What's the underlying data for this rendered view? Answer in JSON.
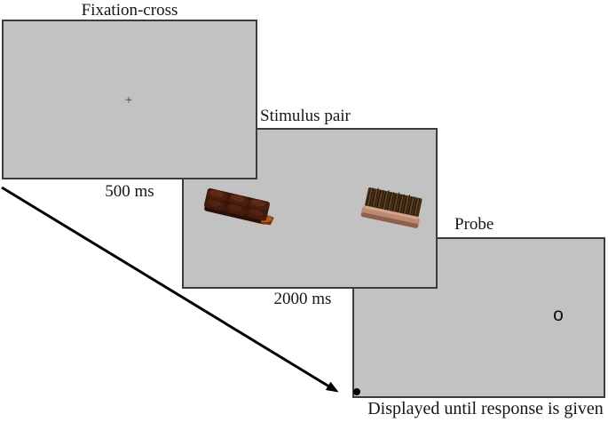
{
  "figure": {
    "type": "dot-probe task trial sequence",
    "colors": {
      "background": "#ffffff",
      "screen_fill": "#c2c2c2",
      "screen_border": "#3c3c3c",
      "text": "#161616",
      "arrow": "#000000",
      "chocolate_dark": "#38150a",
      "chocolate_chunk": "#4a1d0e",
      "chocolate_caramel": "#b35a1a",
      "brush_wood": "#bb8a74",
      "brush_bristles": "#45301a"
    }
  },
  "screens": [
    {
      "name": "fixation",
      "label": "Fixation-cross",
      "duration": "500 ms",
      "content_symbol": "+"
    },
    {
      "name": "stimulus-pair",
      "label": "Stimulus pair",
      "duration": "2000 ms",
      "stimuli": [
        {
          "name": "chocolate-bar-image",
          "side": "left"
        },
        {
          "name": "shoe-brush-image",
          "side": "right"
        }
      ]
    },
    {
      "name": "probe",
      "label": "Probe",
      "duration": "Displayed until response is given",
      "content_symbol": "o"
    }
  ],
  "arrow": {
    "name": "timeline-arrow",
    "direction": "top-left to bottom-right"
  }
}
